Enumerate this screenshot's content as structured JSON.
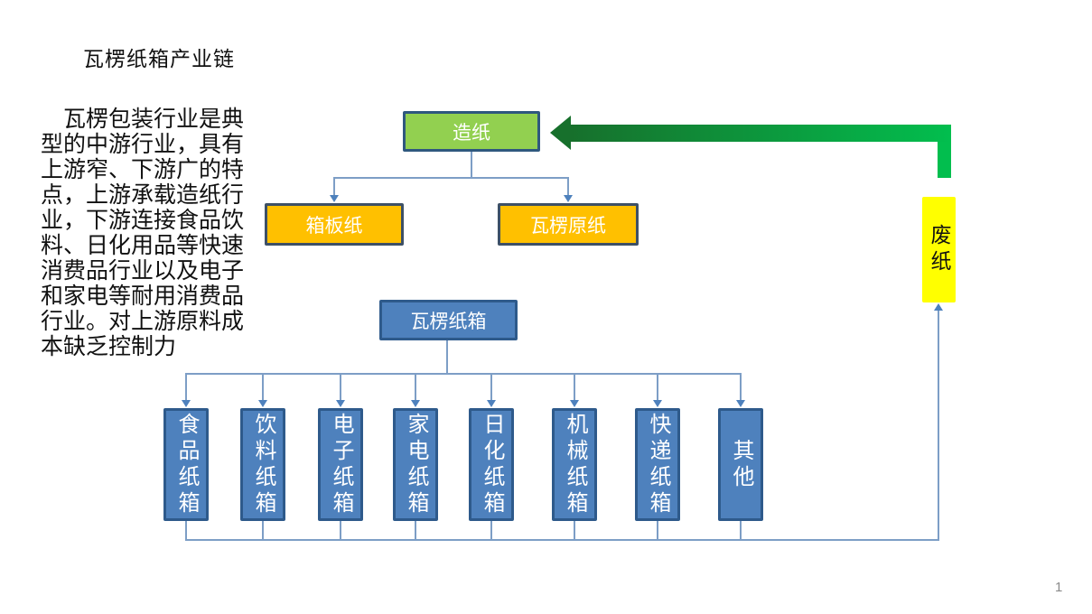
{
  "slide": {
    "title": "瓦楞纸箱产业链",
    "left_text": "　瓦楞包装行业是典\n型的中游行业，具有\n上游窄、下游广的特\n点，上游承载造纸行\n业，下游连接食品饮\n料、日化用品等快速\n消费品行业以及电子\n和家电等耐用消费品\n行业。对上游原料成\n本缺乏控制力",
    "page_number": "1"
  },
  "flow": {
    "paper_making": {
      "label": "造纸"
    },
    "containerboard": {
      "label": "箱板纸"
    },
    "corrugating_medium": {
      "label": "瓦楞原纸"
    },
    "corrugated_box": {
      "label": "瓦楞纸箱"
    },
    "waste_paper": {
      "label": "废纸"
    },
    "downstream": [
      {
        "label": "食品纸箱"
      },
      {
        "label": "饮料纸箱"
      },
      {
        "label": "电子纸箱"
      },
      {
        "label": "家电纸箱"
      },
      {
        "label": "日化纸箱"
      },
      {
        "label": "机械纸箱"
      },
      {
        "label": "快递纸箱"
      },
      {
        "label": "其他"
      }
    ]
  },
  "colors": {
    "paper_green": "#92D050",
    "raw_paper_orange": "#FFC000",
    "box_blue": "#4E81BD",
    "waste_yellow": "#FFFF00",
    "arrow_dark_green": "#17702C",
    "arrow_bright_green": "#02BE4E",
    "connector_blue": "#7D9EC6",
    "arrowhead_blue": "#4E81BD"
  }
}
